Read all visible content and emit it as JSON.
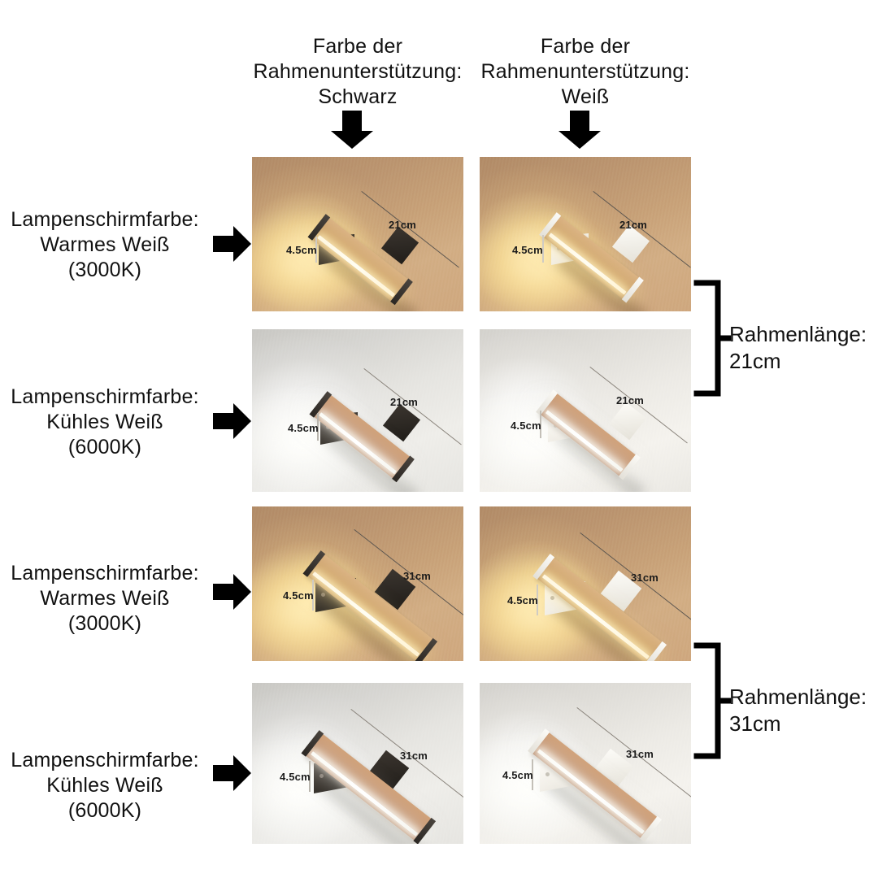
{
  "page": {
    "background": "#ffffff",
    "text_color": "#111111"
  },
  "column_headers": [
    {
      "id": "black",
      "label": "Farbe der\nRahmenunterstützung:\nSchwarz",
      "arrow": "arrow-down-icon"
    },
    {
      "id": "white",
      "label": "Farbe der\nRahmenunterstützung:\nWeiß",
      "arrow": "arrow-down-icon"
    }
  ],
  "row_labels": [
    {
      "id": "warm-21",
      "label": "Lampenschirmfarbe:\nWarmes Weiß\n(3000K)",
      "arrow": "arrow-right-icon"
    },
    {
      "id": "cool-21",
      "label": "Lampenschirmfarbe:\nKühles Weiß\n(6000K)",
      "arrow": "arrow-right-icon"
    },
    {
      "id": "warm-31",
      "label": "Lampenschirmfarbe:\nWarmes Weiß\n(3000K)",
      "arrow": "arrow-right-icon"
    },
    {
      "id": "cool-31",
      "label": "Lampenschirmfarbe:\nKühles Weiß\n(6000K)",
      "arrow": "arrow-right-icon"
    }
  ],
  "group_brackets": [
    {
      "id": "len-21",
      "label": "Rahmenlänge:\n21cm"
    },
    {
      "id": "len-31",
      "label": "Rahmenlänge:\n31cm"
    }
  ],
  "photos": [
    {
      "id": "warm-21-black",
      "shade_color": "Warmes Weiß (3000K)",
      "mount_color": "Schwarz",
      "length_label": "21cm",
      "depth_label": "4.5cm"
    },
    {
      "id": "warm-21-white",
      "shade_color": "Warmes Weiß (3000K)",
      "mount_color": "Weiß",
      "length_label": "21cm",
      "depth_label": "4.5cm"
    },
    {
      "id": "cool-21-black",
      "shade_color": "Kühles Weiß (6000K)",
      "mount_color": "Schwarz",
      "length_label": "21cm",
      "depth_label": "4.5cm"
    },
    {
      "id": "cool-21-white",
      "shade_color": "Kühles Weiß (6000K)",
      "mount_color": "Weiß",
      "length_label": "21cm",
      "depth_label": "4.5cm"
    },
    {
      "id": "warm-31-black",
      "shade_color": "Warmes Weiß (3000K)",
      "mount_color": "Schwarz",
      "length_label": "31cm",
      "depth_label": "4.5cm"
    },
    {
      "id": "warm-31-white",
      "shade_color": "Warmes Weiß (3000K)",
      "mount_color": "Weiß",
      "length_label": "31cm",
      "depth_label": "4.5cm"
    },
    {
      "id": "cool-31-black",
      "shade_color": "Kühles Weiß (6000K)",
      "mount_color": "Schwarz",
      "length_label": "31cm",
      "depth_label": "4.5cm"
    },
    {
      "id": "cool-31-white",
      "shade_color": "Kühles Weiß (6000K)",
      "mount_color": "Weiß",
      "length_label": "31cm",
      "depth_label": "4.5cm"
    }
  ]
}
